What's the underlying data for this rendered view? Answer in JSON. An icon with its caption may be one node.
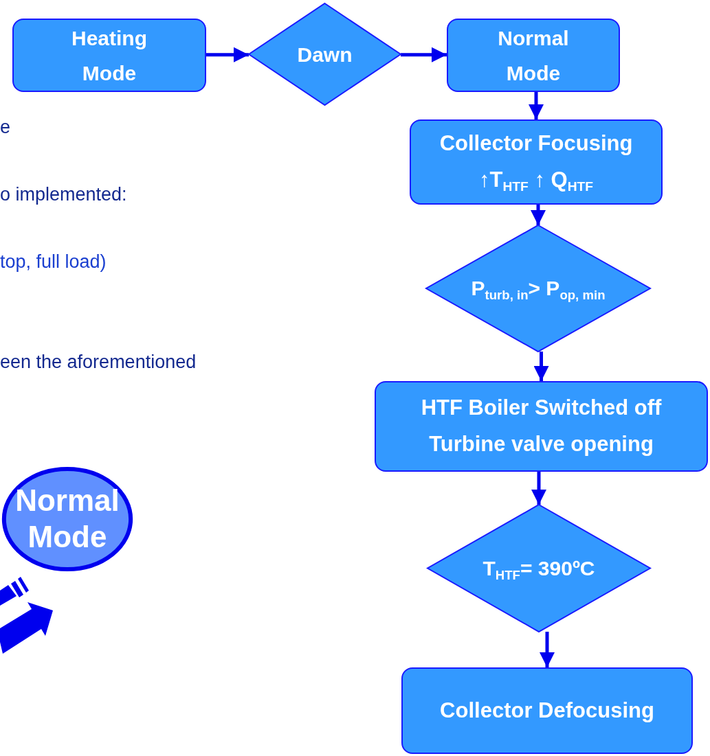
{
  "diagram": {
    "nodes": [
      {
        "text": [
          "Heating Mode"
        ]
      },
      {
        "text": [
          "Dawn"
        ]
      },
      {
        "text": [
          "Normal Mode"
        ]
      },
      {
        "text": [
          "Collector Focusing",
          "↑T$_{HTF}$ ↑ Q$_{HTF}$"
        ]
      },
      {
        "text": [
          "P$_{turb, in}$> P$_{op, min}$"
        ]
      },
      {
        "text": [
          "HTF Boiler Switched off",
          "Turbine valve opening"
        ]
      },
      {
        "text": [
          "T$_{HTF}$= 390ºC"
        ]
      },
      {
        "text": [
          "Collector Defocusing"
        ]
      },
      {
        "text": [
          "Normal Mode"
        ]
      }
    ],
    "edges": [
      {
        "from": 0,
        "to": 1,
        "arrow": "to"
      },
      {
        "from": 1,
        "to": 2,
        "arrow": "to"
      },
      {
        "from": 2,
        "to": 3,
        "arrow": "to"
      },
      {
        "from": 3,
        "to": 4,
        "arrow": "to"
      },
      {
        "from": 4,
        "to": 5,
        "arrow": "to"
      },
      {
        "from": 5,
        "to": 6,
        "arrow": "to"
      },
      {
        "from": 6,
        "to": 7,
        "arrow": "to"
      }
    ],
    "labels": [
      "e",
      "o implemented:",
      "top, full load)",
      "een the aforementioned"
    ]
  }
}
